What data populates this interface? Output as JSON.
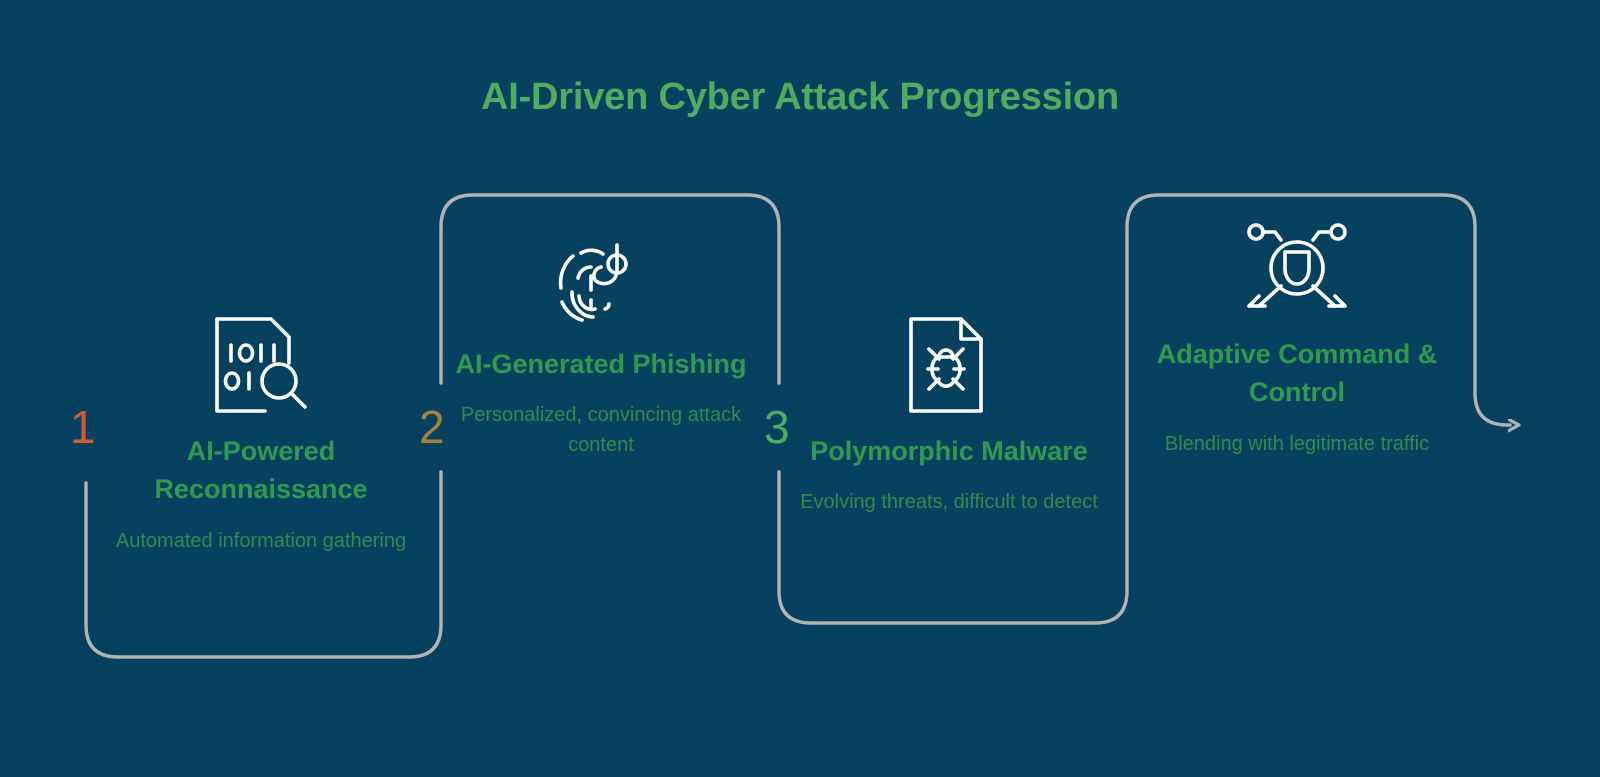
{
  "diagram": {
    "title": "AI-Driven Cyber Attack Progression",
    "background_color": "#05405f",
    "title_color": "#4eab5f",
    "connector_color": "#b3b3b3",
    "icon_color": "#ffffff",
    "step_title_color": "#2f9a4f",
    "step_desc_color": "#2d8b4d",
    "type": "serpentine-process-flow",
    "step_count": 4,
    "markers": [
      {
        "label": "1",
        "color": "#d05b32"
      },
      {
        "label": "2",
        "color": "#a8803e"
      },
      {
        "label": "3",
        "color": "#4cae62"
      }
    ],
    "steps": [
      {
        "index": 1,
        "title": "AI-Powered Reconnaissance",
        "description": "Automated information gathering",
        "icon": "document-binary-magnifier-icon",
        "icon_detail": "document with binary digits 1011 and 01 plus magnifying glass"
      },
      {
        "index": 2,
        "title": "AI-Generated Phishing",
        "description": "Personalized, convincing attack content",
        "icon": "fingerprint-fishhook-icon",
        "icon_detail": "fingerprint arcs with fishing hook"
      },
      {
        "index": 3,
        "title": "Polymorphic Malware",
        "description": "Evolving threats, difficult to detect",
        "icon": "document-bug-icon",
        "icon_detail": "document page containing a bug"
      },
      {
        "index": 4,
        "title": "Adaptive Command & Control",
        "description": "Blending with legitimate traffic",
        "icon": "shield-network-nodes-icon",
        "icon_detail": "shield inside circle with network nodes and diverging arrows"
      }
    ]
  }
}
